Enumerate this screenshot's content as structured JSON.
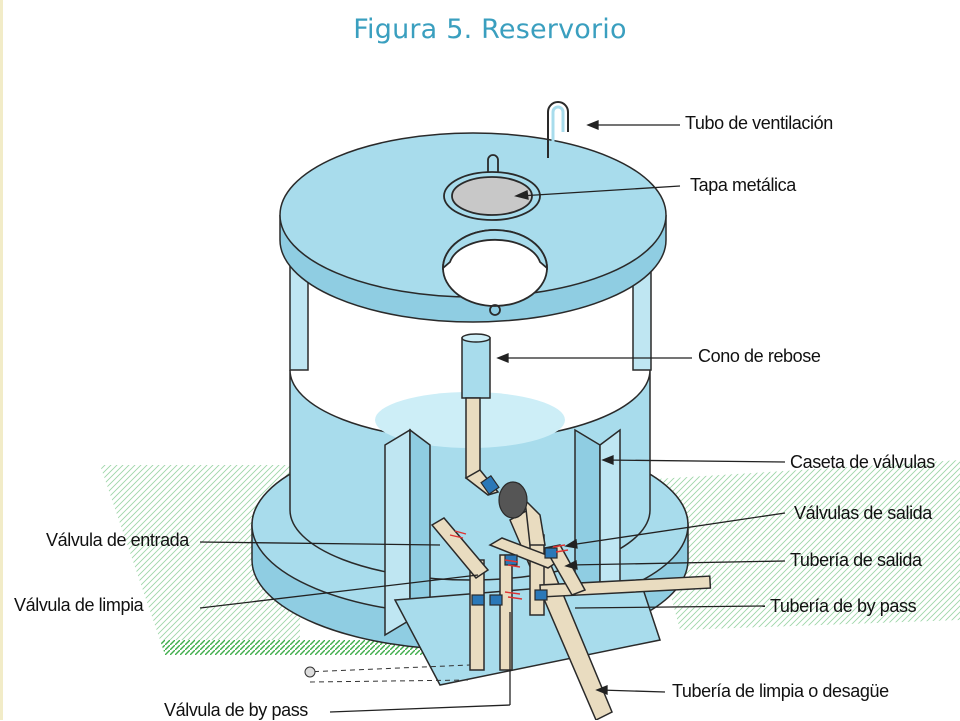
{
  "figure": {
    "title": "Figura  5. Reservorio"
  },
  "labels": {
    "tubo_ventilacion": "Tubo de ventilación",
    "tapa_metalica": "Tapa metálica",
    "cono_rebose": "Cono de rebose",
    "caseta_valvulas": "Caseta de válvulas",
    "valvulas_salida": "Válvulas de salida",
    "valvula_entrada": "Válvula de entrada",
    "tuberia_salida": "Tubería de salida",
    "valvula_limpia": "Válvula de limpia",
    "tuberia_bypass": "Tubería de by pass",
    "tuberia_limpia_desague": "Tubería de limpia o desagüe",
    "valvula_bypass": "Válvula de by pass"
  },
  "colors": {
    "tank_fill": "#a8dcec",
    "tank_light": "#cdeef7",
    "outline": "#2a2a2a",
    "ground_hatch": "#9ed6a8",
    "grass": "#3fae4b",
    "pipe": "#e9dcc0",
    "valve": "#2b78b8",
    "title": "#3a9fbf"
  }
}
